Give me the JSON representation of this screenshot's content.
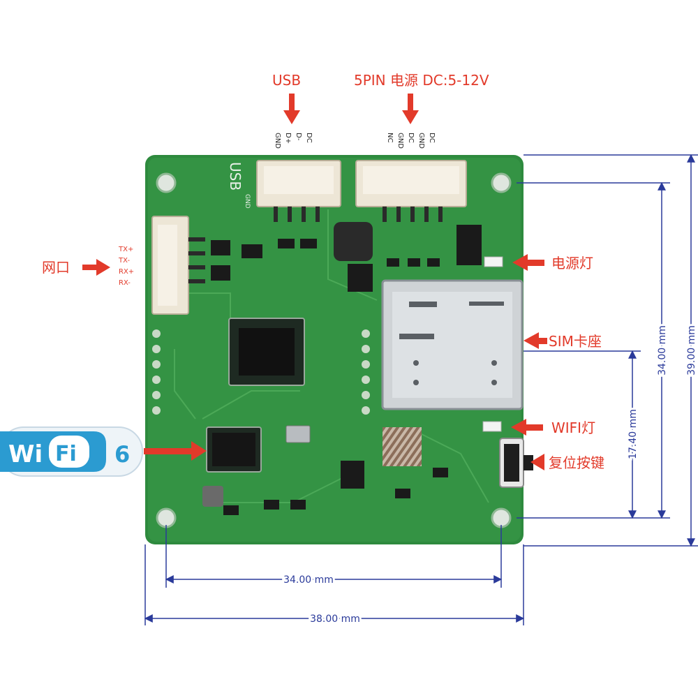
{
  "top_labels": {
    "usb": "USB",
    "power": "5PIN 电源 DC:5-12V"
  },
  "usb_pins": [
    "DC",
    "D-",
    "D+",
    "GND"
  ],
  "power_pins": [
    "DC",
    "GND",
    "DC",
    "GND",
    "NC"
  ],
  "ethernet": {
    "label": "网口",
    "pins": [
      "TX+",
      "TX-",
      "RX+",
      "RX-"
    ]
  },
  "wifi_badge": {
    "wi": "Wi",
    "fi": "Fi",
    "num": "6"
  },
  "right_labels": {
    "power_led": "电源灯",
    "sim_slot": "SIM卡座",
    "wifi_led": "WIFI灯",
    "reset_button": "复位按键"
  },
  "board_silk": {
    "usb": "USB",
    "usb_sub": "GND"
  },
  "dimensions": {
    "width_holes": "34.00 mm",
    "width_board": "38.00 mm",
    "height_holes": "34.00 mm",
    "height_board": "39.00 mm",
    "height_partial": "17.40 mm"
  },
  "colors": {
    "accent": "#e23a2a",
    "dimension": "#2a3a9a",
    "pcb": "#2e8a3e",
    "wifi_blue": "#2b9bd1"
  }
}
